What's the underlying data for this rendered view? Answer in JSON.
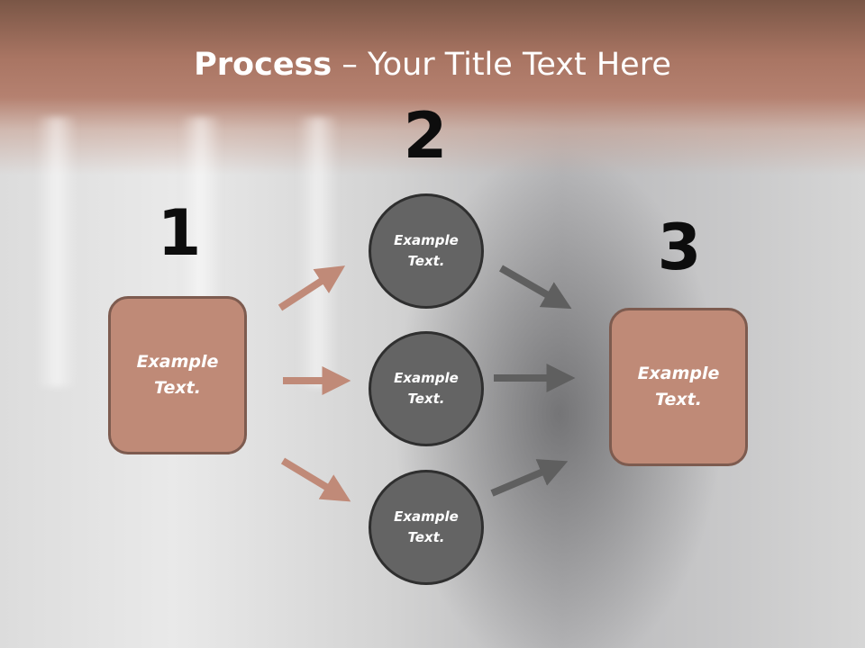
{
  "title": {
    "bold": "Process",
    "rest": " – Your Title Text Here"
  },
  "steps": [
    {
      "number": "1",
      "items": [
        "Example\nText."
      ]
    },
    {
      "number": "2",
      "items": [
        "Example\nText.",
        "Example\nText.",
        "Example\nText."
      ]
    },
    {
      "number": "3",
      "items": [
        "Example\nText."
      ]
    }
  ],
  "colors": {
    "accent_box": "#bf8a77",
    "box_border": "#7d5b4f",
    "circle_fill": "#646464",
    "arrow_left": "#c08a78",
    "arrow_right": "#5f5f5f"
  }
}
